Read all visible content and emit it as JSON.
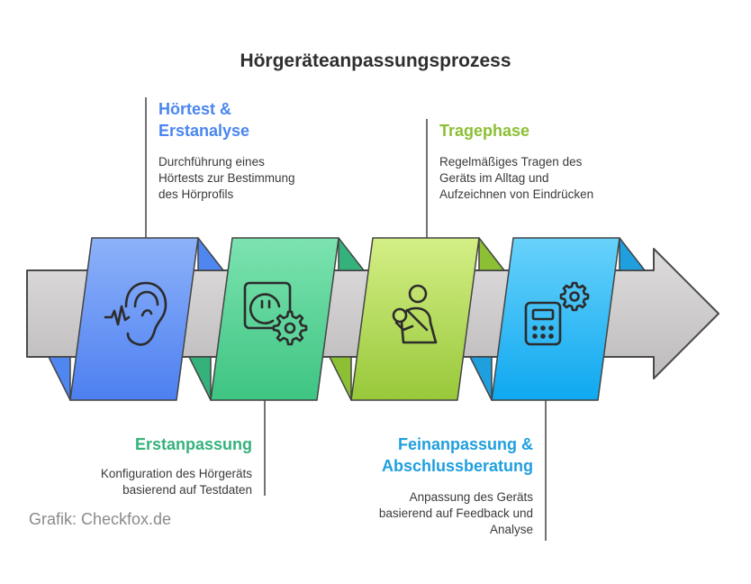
{
  "title": "Hörgeräteanpassungsprozess",
  "credit": "Grafik: Checkfox.de",
  "steps": [
    {
      "title_line1": "Hörtest &",
      "title_line2": "Erstanalyse",
      "desc_line1": "Durchführung eines",
      "desc_line2": "Hörtests zur Bestimmung",
      "desc_line3": "des Hörprofils",
      "color": "#4a86f0",
      "icon": "ear-icon"
    },
    {
      "title_line1": "Erstanpassung",
      "desc_line1": "Konfiguration des Hörgeräts",
      "desc_line2": "basierend auf Testdaten",
      "color": "#35b27c",
      "icon": "socket-gear-icon"
    },
    {
      "title_line1": "Tragephase",
      "desc_line1": "Regelmäßiges Tragen des",
      "desc_line2": "Geräts im Alltag und",
      "desc_line3": "Aufzeichnen von Eindrücken",
      "color": "#8cbf34",
      "icon": "person-sling-icon"
    },
    {
      "title_line1": "Feinanpassung &",
      "title_line2": "Abschlussberatung",
      "desc_line1": "Anpassung des Geräts",
      "desc_line2": "basierend auf Feedback und",
      "desc_line3": "Analyse",
      "color": "#1f9fde",
      "icon": "calculator-gear-icon"
    }
  ]
}
